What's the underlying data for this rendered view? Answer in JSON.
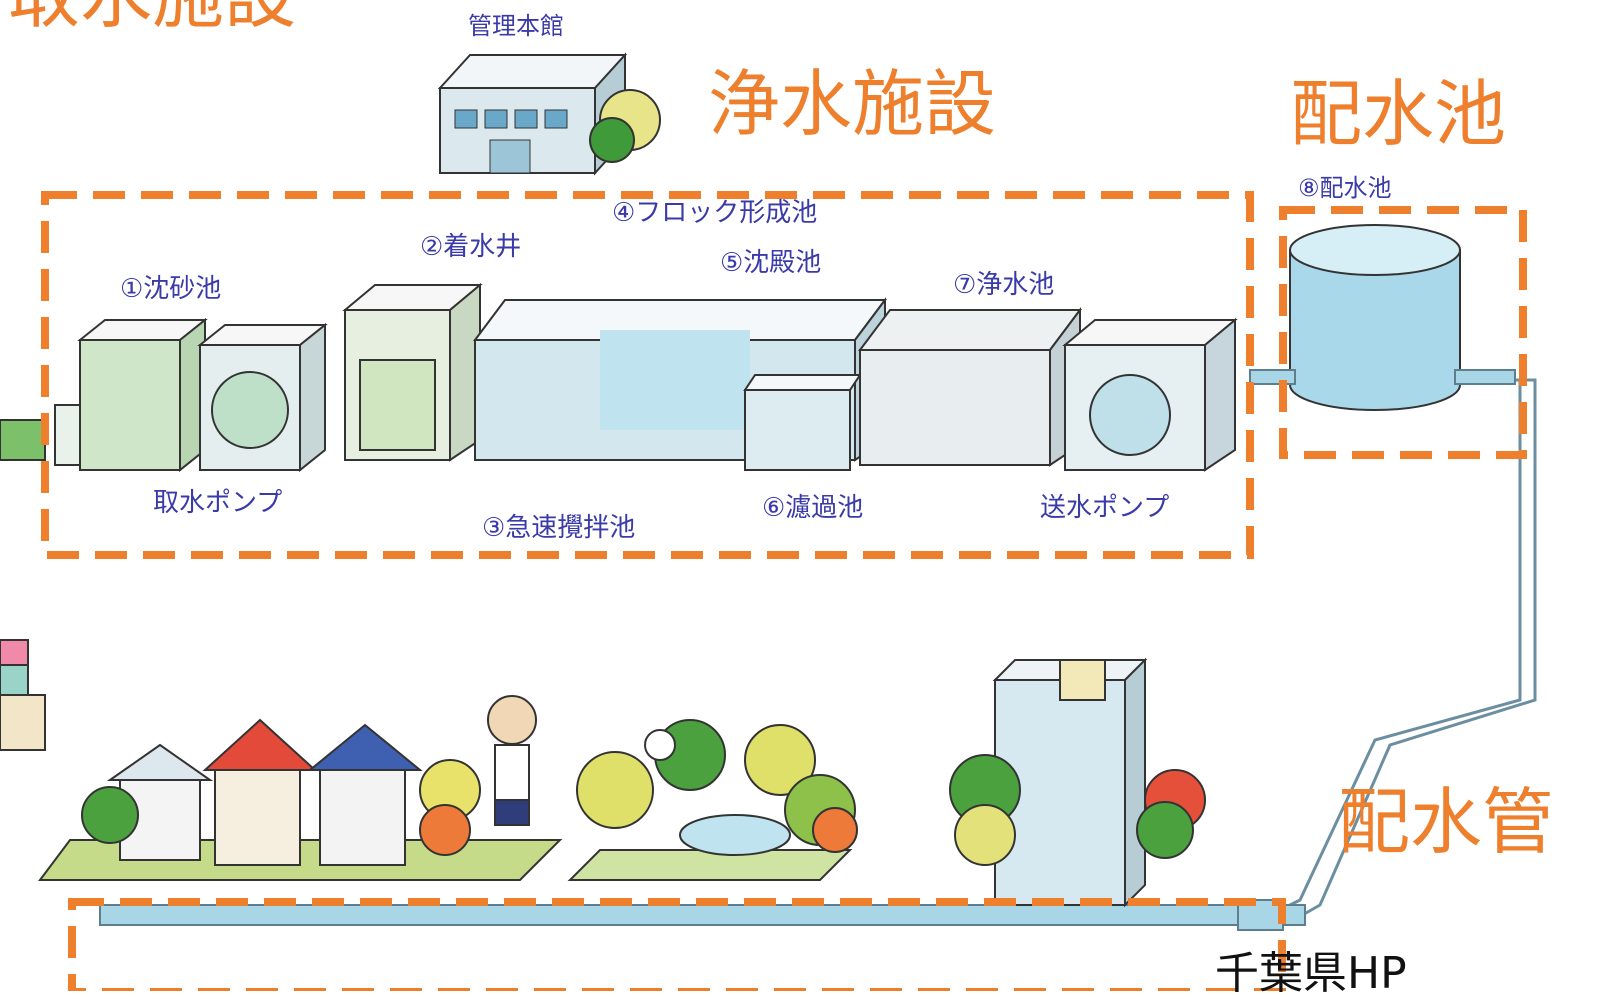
{
  "labels": {
    "intake_facility": "取水施設",
    "purification_facility": "浄水施設",
    "distribution_reservoir": "配水池",
    "distribution_pipe": "配水管",
    "admin_building": "管理本館",
    "credit": "千葉県HP"
  },
  "process_steps": {
    "step1": "①沈砂池",
    "step2": "②着水井",
    "step3": "③急速攪拌池",
    "step4": "④フロック形成池",
    "step5": "⑤沈殿池",
    "step6": "⑥濾過池",
    "step7": "⑦浄水池",
    "step8": "⑧配水池",
    "intake_pump": "取水ポンプ",
    "transmission_pump": "送水ポンプ"
  },
  "colors": {
    "accent": "#ee7f2d",
    "caption": "#3a3aa8",
    "water": "#bfe3ef",
    "pipe": "#a9d6e6"
  }
}
